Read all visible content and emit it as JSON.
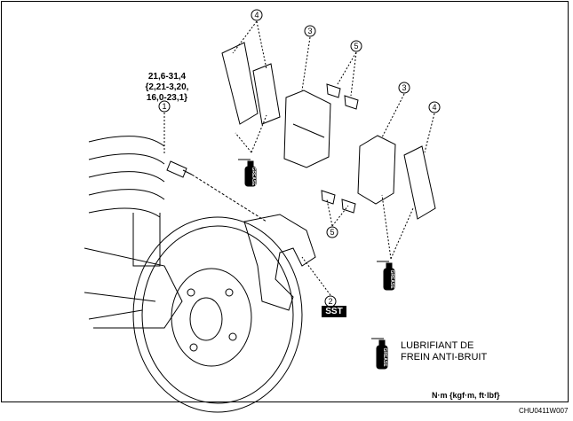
{
  "torque_spec": {
    "line1": "21,6-31,4",
    "line2": "{2,21-3,20,",
    "line3": "16,0-23,1}"
  },
  "callouts": [
    "1",
    "2",
    "3",
    "3",
    "4",
    "4",
    "5",
    "5"
  ],
  "sst_label": "SST",
  "grease_can_label": "GREASE",
  "legend": {
    "line1": "LUBRIFIANT DE",
    "line2": "FREIN ANTI-BRUIT"
  },
  "units": "N·m {kgf·m, ft·lbf}",
  "figure_code": "CHU0411W007"
}
